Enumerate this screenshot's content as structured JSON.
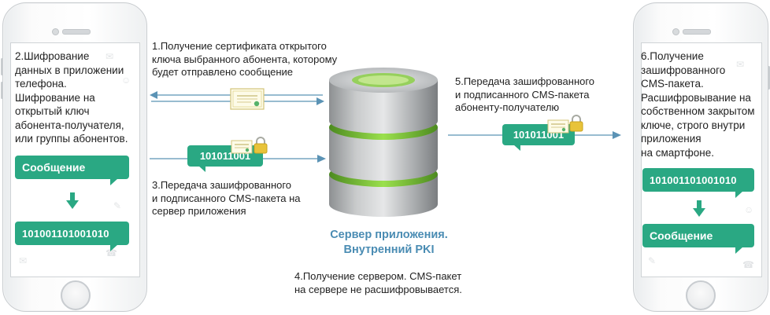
{
  "left_phone": {
    "description_lines": [
      "2.Шифрование",
      "данных в приложении",
      "телефона.",
      "Шифрование на",
      "открытый ключ",
      "абонента-получателя,",
      "или группы абонентов."
    ],
    "message_label": "Сообщение",
    "encrypted_label": "101001101001010"
  },
  "right_phone": {
    "description_lines": [
      "6.Получение",
      "зашифрованного",
      "CMS-пакета.",
      "Расшифровывание на",
      "собственном закрытом",
      "ключе, строго внутри",
      "приложения",
      "на смартфоне."
    ],
    "encrypted_label": "101001101001010",
    "message_label": "Сообщение"
  },
  "steps": {
    "step1_lines": [
      "1.Получение сертификата открытого",
      "ключа выбранного абонента, которому",
      "будет отправлено сообщение"
    ],
    "step3_lines": [
      "3.Передача зашифрованного",
      "и подписанного CMS-пакета на",
      "сервер приложения"
    ],
    "step4_lines": [
      "4.Получение сервером. CMS-пакет",
      "на сервере не расшифровывается."
    ],
    "step5_lines": [
      "5.Передача зашифрованного",
      "и подписанного CMS-пакета",
      "абоненту-получателю"
    ]
  },
  "packets": {
    "left_packet": "101011001",
    "right_packet": "101011001"
  },
  "server": {
    "caption_lines": [
      "Сервер приложения.",
      "Внутренний PKI"
    ]
  },
  "colors": {
    "accent_green": "#2aa883",
    "arrow_blue": "#5b93b5",
    "caption_blue": "#4a8cb3",
    "server_glow": "#7dd63a"
  }
}
